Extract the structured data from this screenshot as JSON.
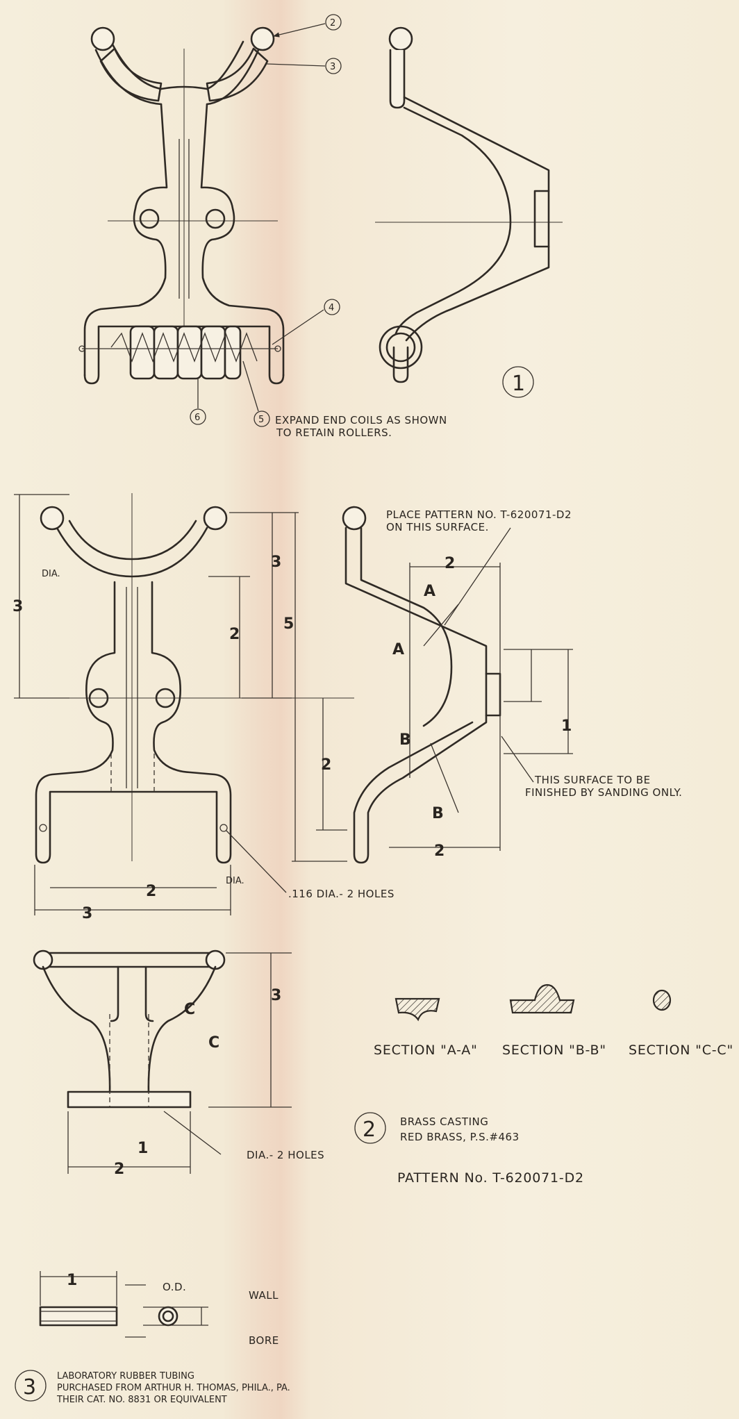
{
  "fig1": {
    "num": "1",
    "callouts": [
      "2",
      "3",
      "4",
      "5",
      "6"
    ],
    "note_line1": "EXPAND END COILS AS SHOWN",
    "note_line2": "TO RETAIN ROLLERS."
  },
  "fig2": {
    "note_place_1": "PLACE PATTERN NO. T-620071-D2",
    "note_place_2": "ON THIS SURFACE.",
    "note_finish_1": "THIS SURFACE TO BE",
    "note_finish_2": "FINISHED BY SANDING ONLY.",
    "holes_note": ".116 DIA.- 2 HOLES",
    "holes_note2": "DIA.- 2 HOLES",
    "labels": {
      "dia": "DIA.",
      "dia14": "DIA.",
      "a": "A",
      "b": "B",
      "c": "C"
    },
    "sections": [
      "SECTION \"A-A\"",
      "SECTION \"B-B\"",
      "SECTION \"C-C\""
    ],
    "num": "2",
    "material_1": "BRASS CASTING",
    "material_2": "RED BRASS, P.S.#463",
    "pattern": "PATTERN No. T-620071-D2",
    "dims": {
      "w2": "2",
      "w3": "3",
      "d3a": "3",
      "d3b": "3",
      "d2a": "2",
      "d2b": "2",
      "d2c": "2",
      "d2d": "2",
      "d2e": "2",
      "d5": "5",
      "d1a": "1",
      "d1b": "1"
    }
  },
  "fig3": {
    "num": "3",
    "od": "O.D.",
    "wall": "WALL",
    "bore": "BORE",
    "line1": "LABORATORY RUBBER TUBING",
    "line2": "PURCHASED FROM ARTHUR H. THOMAS, PHILA., PA.",
    "line3": "THEIR CAT. NO. 8831 OR EQUIVALENT"
  }
}
